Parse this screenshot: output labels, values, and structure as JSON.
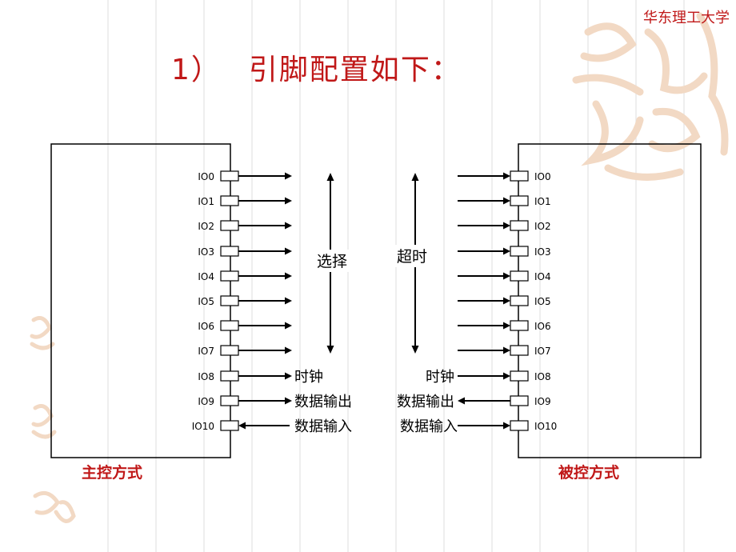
{
  "header": {
    "university": "华东理工大学"
  },
  "slide": {
    "title_num": "1）",
    "title_text": "引脚配置如下："
  },
  "pins": [
    "IO0",
    "IO1",
    "IO2",
    "IO3",
    "IO4",
    "IO5",
    "IO6",
    "IO7",
    "IO8",
    "IO9",
    "IO10"
  ],
  "left": {
    "mode_label": "主控方式",
    "range_label": "选择",
    "io8_label": "时钟",
    "io9_label": "数据输出",
    "io10_label": "数据输入"
  },
  "right": {
    "mode_label": "被控方式",
    "range_label": "超时",
    "io8_label": "时钟",
    "io9_label": "数据输出",
    "io10_label": "数据输入"
  },
  "colors": {
    "accent": "#c01818",
    "line": "#000000",
    "decor": "#f2d9c4"
  },
  "decor": {
    "watermark_icon": "calligraphy-seal-icon"
  }
}
